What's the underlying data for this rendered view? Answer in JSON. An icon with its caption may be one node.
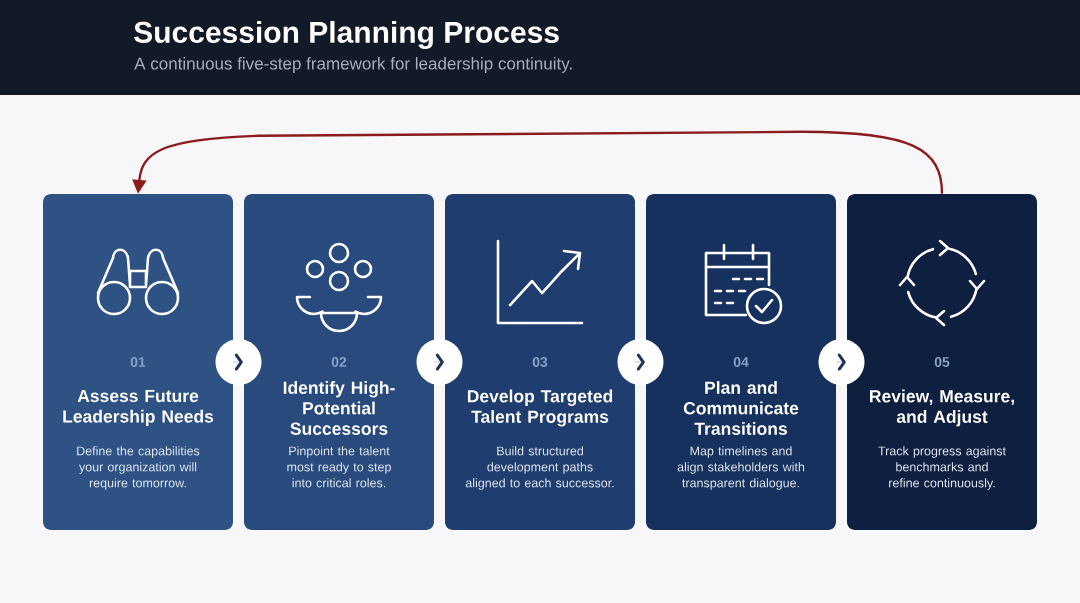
{
  "diagram": {
    "title": "Succession Planning Process",
    "nodes": [
      {
        "text": [
          "01",
          "Assess Future Leadership Needs",
          "Define the capabilities your organization will require tomorrow."
        ]
      },
      {
        "text": [
          "02",
          "Identify High-Potential Successors",
          "Pinpoint the talent most ready to step into critical roles."
        ]
      },
      {
        "text": [
          "03",
          "Develop Targeted Talent Programs",
          "Build structured development paths aligned to each successor."
        ]
      },
      {
        "text": [
          "04",
          "Plan and Communicate Transitions",
          "Map timelines and align stakeholders with transparent dialogue."
        ]
      },
      {
        "text": [
          "05",
          "Review, Measure, and Adjust",
          "Track progress against benchmarks and refine continuously."
        ]
      }
    ],
    "edges": [
      {
        "from": 0,
        "to": 1,
        "arrow": "to"
      },
      {
        "from": 1,
        "to": 2,
        "arrow": "to"
      },
      {
        "from": 2,
        "to": 3,
        "arrow": "to"
      },
      {
        "from": 3,
        "to": 4,
        "arrow": "to"
      },
      {
        "from": 4,
        "to": 0,
        "arrow": "to",
        "color": "#8b1c1c"
      }
    ],
    "labels": [
      "A continuous five-step framework for leadership continuity."
    ]
  }
}
